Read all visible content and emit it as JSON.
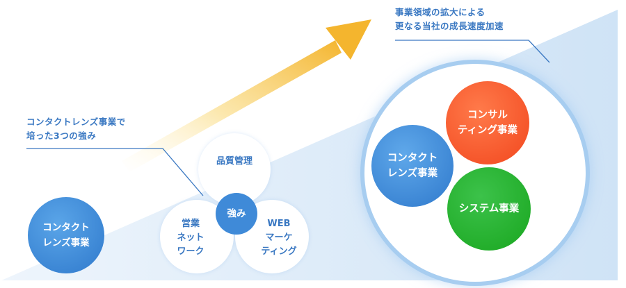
{
  "left_section": {
    "caption_line1": "コンタクトレンズ事業で",
    "caption_line2": "培った3つの強み",
    "base_circle": {
      "line1": "コンタクト",
      "line2": "レンズ事業"
    }
  },
  "strengths": {
    "core": "強み",
    "top": "品質管理",
    "bottom_left": {
      "line1": "営業",
      "line2": "ネット",
      "line3": "ワーク"
    },
    "bottom_right": {
      "line1": "WEB",
      "line2": "マーケ",
      "line3": "ティング"
    }
  },
  "right_section": {
    "caption_line1": "事業領域の拡大による",
    "caption_line2": "更なる当社の成長速度加速",
    "businesses": {
      "contact": {
        "line1": "コンタクト",
        "line2": "レンズ事業"
      },
      "consulting": {
        "line1": "コンサル",
        "line2": "ティング事業"
      },
      "system": {
        "line1": "システム事業"
      }
    }
  },
  "colors": {
    "accent_blue": "#3a78c2",
    "contact_blue": "#2f79cc",
    "consulting_red": "#f2471e",
    "system_green": "#19a61f",
    "arrow_yellow": "#f5c542",
    "wedge_blue": "#d6e8f8"
  },
  "icons": {
    "growth_arrow": "arrow-up-right-icon"
  }
}
